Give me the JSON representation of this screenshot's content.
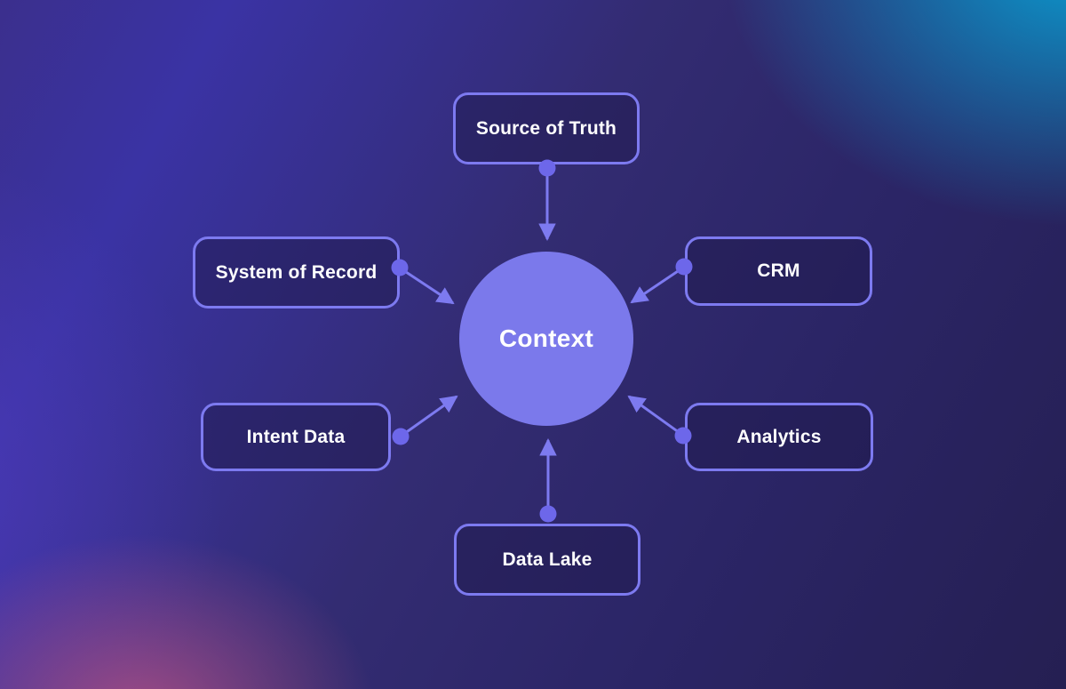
{
  "diagram": {
    "center": {
      "label": "Context"
    },
    "nodes": [
      {
        "id": "source-of-truth",
        "label": "Source of Truth",
        "position": "top"
      },
      {
        "id": "system-of-record",
        "label": "System of Record",
        "position": "left-upper"
      },
      {
        "id": "crm",
        "label": "CRM",
        "position": "right-upper"
      },
      {
        "id": "intent-data",
        "label": "Intent Data",
        "position": "left-lower"
      },
      {
        "id": "analytics",
        "label": "Analytics",
        "position": "right-lower"
      },
      {
        "id": "data-lake",
        "label": "Data Lake",
        "position": "bottom"
      }
    ],
    "connections": [
      {
        "from": "source-of-truth",
        "to": "context",
        "direction": "down"
      },
      {
        "from": "system-of-record",
        "to": "context",
        "direction": "down-right"
      },
      {
        "from": "crm",
        "to": "context",
        "direction": "down-left"
      },
      {
        "from": "intent-data",
        "to": "context",
        "direction": "up-right"
      },
      {
        "from": "analytics",
        "to": "context",
        "direction": "up-left"
      },
      {
        "from": "data-lake",
        "to": "context",
        "direction": "up"
      }
    ]
  },
  "colors": {
    "accent": "#7d7af0",
    "dot": "#6d67ea",
    "circle_fill": "#7b79eb",
    "node_fill": "rgba(32,26,77,0.5)",
    "text": "#ffffff",
    "background_base": "#332c72",
    "background_top_left": "#3b2f8d",
    "background_bottom_right": "#251f52",
    "glow_cyan": "#09a0d4",
    "glow_pink": "#ba5284",
    "glow_indigo": "#563ec4"
  }
}
